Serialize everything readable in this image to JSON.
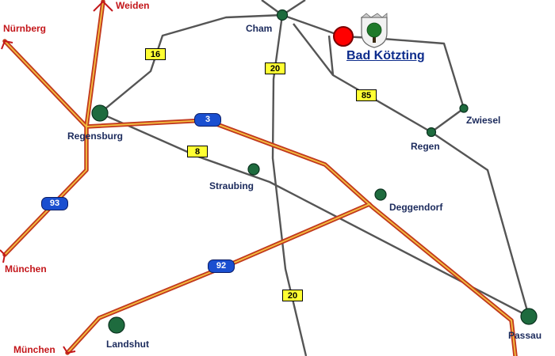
{
  "cities": {
    "weiden": "Weiden",
    "nuernberg": "Nürnberg",
    "cham": "Cham",
    "bad_koetzting": "Bad Kötzting",
    "regensburg": "Regensburg",
    "zwiesel": "Zwiesel",
    "regen": "Regen",
    "straubing": "Straubing",
    "deggendorf": "Deggendorf",
    "muenchen_west": "München",
    "muenchen_south": "München",
    "landshut": "Landshut",
    "passau": "Passau"
  },
  "roads": {
    "b16": "16",
    "b20_north": "20",
    "b85": "85",
    "a3": "3",
    "b8": "8",
    "a93": "93",
    "a92": "92",
    "b20_south": "20"
  },
  "colors": {
    "road": "#555555",
    "autobahn_outer": "#c23a1e",
    "autobahn_inner": "#f4c040",
    "city_dot": "#1e6b3e",
    "highlight_dot": "#ff0000",
    "shield_yellow": "#ffff33",
    "shield_blue": "#1a4fd0"
  },
  "icons": {
    "coat_of_arms": "tree-crest-icon"
  }
}
